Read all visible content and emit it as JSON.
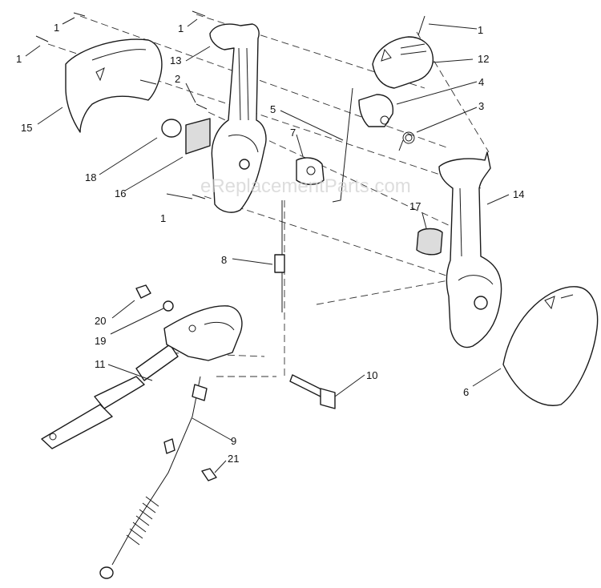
{
  "diagram": {
    "watermark": "eReplacementParts.com",
    "callouts": [
      {
        "key": "c1a",
        "text": "1"
      },
      {
        "key": "c1b",
        "text": "1"
      },
      {
        "key": "c1c",
        "text": "1"
      },
      {
        "key": "c1d",
        "text": "1"
      },
      {
        "key": "c2",
        "text": "2"
      },
      {
        "key": "c3",
        "text": "3"
      },
      {
        "key": "c4",
        "text": "4"
      },
      {
        "key": "c5",
        "text": "5"
      },
      {
        "key": "c6",
        "text": "6"
      },
      {
        "key": "c7",
        "text": "7"
      },
      {
        "key": "c8",
        "text": "8"
      },
      {
        "key": "c9",
        "text": "9"
      },
      {
        "key": "c10",
        "text": "10"
      },
      {
        "key": "c11",
        "text": "11"
      },
      {
        "key": "c12",
        "text": "12"
      },
      {
        "key": "c13",
        "text": "13"
      },
      {
        "key": "c14",
        "text": "14"
      },
      {
        "key": "c15",
        "text": "15"
      },
      {
        "key": "c16",
        "text": "16"
      },
      {
        "key": "c17",
        "text": "17"
      },
      {
        "key": "c18",
        "text": "18"
      },
      {
        "key": "c19",
        "text": "19"
      },
      {
        "key": "c20",
        "text": "20"
      },
      {
        "key": "c21",
        "text": "21"
      }
    ]
  }
}
